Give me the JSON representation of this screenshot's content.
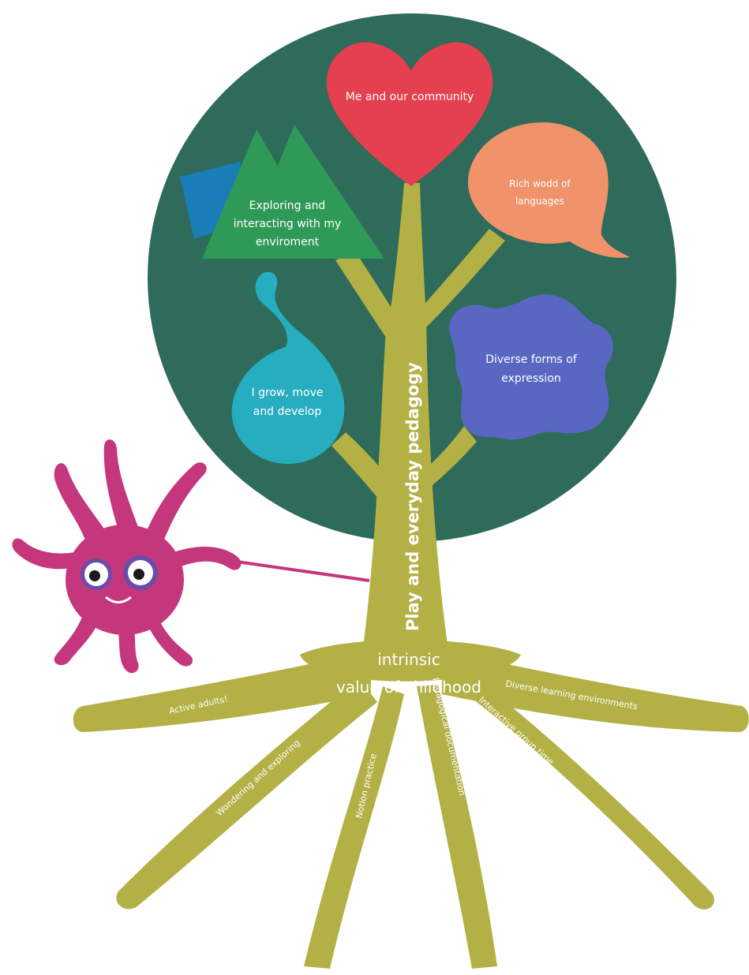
{
  "trunk": {
    "label": "Play and everyday pedagogy"
  },
  "core": {
    "line1": "intrinsic",
    "line2": "value of childhood"
  },
  "areas": {
    "community": {
      "label": "Me and our community"
    },
    "languages": {
      "line1": "Rich wodd of",
      "line2": "languages"
    },
    "environment": {
      "line1": "Exploring and",
      "line2": "interacting with my",
      "line3": "enviroment"
    },
    "expression": {
      "line1": "Diverse forms of",
      "line2": "expression"
    },
    "grow": {
      "line1": "I grow, move",
      "line2": "and develop"
    }
  },
  "roots": {
    "active_adults": "Active adults!",
    "diverse_environments": "Diverse learning environments",
    "wondering": "Wondering and  exploring",
    "notion": "Notion practice",
    "documentation": "Pedagogical documentation",
    "group_time": "Interactive group time"
  },
  "colors": {
    "canopy": "#2e6b5a",
    "tree": "#b3b046",
    "heart": "#e4404f",
    "bubble": "#f0926a",
    "mountain": "#2f9a57",
    "square": "#1a7db8",
    "blob": "#5a67c2",
    "drop": "#27adc0",
    "mascot": "#c5377d"
  },
  "icons": {
    "mascot": "pink-star-mascot-icon",
    "heart": "heart-icon",
    "speech": "speech-bubble-icon",
    "mountain": "mountain-icon",
    "blob": "blob-icon",
    "drop": "drop-icon"
  }
}
